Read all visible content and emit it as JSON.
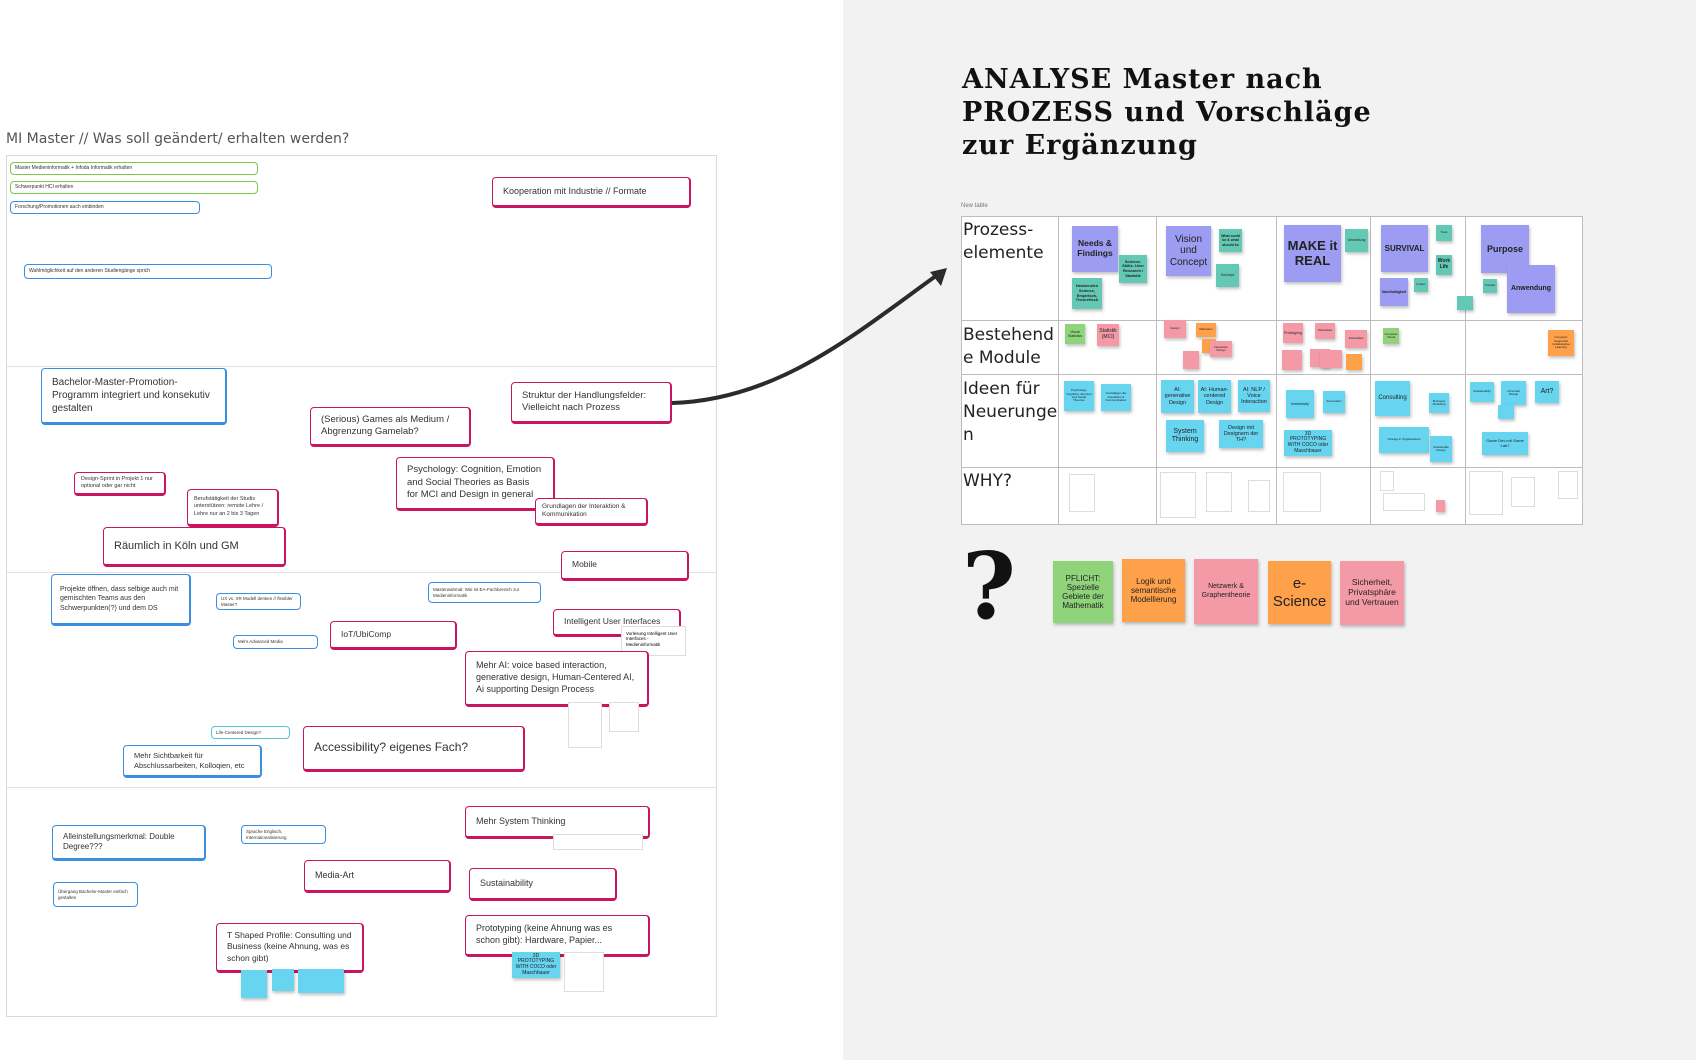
{
  "left_frame": {
    "title": "MI Master // Was soll geändert/ erhalten werden?",
    "cards": {
      "c1": "Master Medieninformatik + Infoda Informatik erhalten",
      "c2": "Schwerpunkt HCI erhalten",
      "c3": "Forschung/Promotionen auch einbinden",
      "c4": "Wahlmöglichkeit auf den anderen Studiengänge sprich",
      "c5": "Kooperation mit Industrie // Formate",
      "c6": "Bachelor-Master-Promotion-Programm integriert und konsekutiv gestalten",
      "c7": "Struktur der Handlungsfelder: Vielleicht nach Prozess",
      "c8": "(Serious) Games als Medium / Abgrenzung Gamelab?",
      "c9": "Psychology: Cognition, Emotion and Social Theories as Basis for MCI and Design in general",
      "c10": "Design-Sprint in Projekt 1 nur optional oder gar nicht",
      "c11": "Berufstätigkeit der Studis unterstützen: remote Lehre / Lehre nur an 2 bis 3 Tagen",
      "c12": "Grundlagen der Interaktion & Kommunikation",
      "c13": "Räumlich in Köln und GM",
      "c14": "Mobile",
      "c15": "Projekte öffnen, dass selbige auch mit gemischten Teams aus den Schwerpunkten(?) und dem DS",
      "c16": "Masterwahmal: Wie ist EA-Fachbereich zur Medieninformatik",
      "c17": "Intelligent User Interfaces",
      "c18": "IoT/UbiComp",
      "c19": "Mehr Advanced Media",
      "c20": "Mehr AI: voice based interaction, generative design, Human-Centered AI, Ai supporting Design Process",
      "c21": "Life-Centered Design?",
      "c22": "Accessibility? eigenes Fach?",
      "c23": "Mehr Sichtbarkeit für Abschlussarbeiten, Kolloqien, etc",
      "c24": "Alleinstellungsmerkmal: Double Degree???",
      "c25": "Sprache Englisch, Internationalisierung",
      "c26": "Mehr System Thinking",
      "c27": "Media-Art",
      "c28": "Sustainability",
      "c29": "Übergang Bachelor-Master einfach gestalten",
      "c30": "T Shaped Profile: Consulting und Business (keine Ahnung, was es schon gibt)",
      "c31": "Prototyping (keine Ahnung was es schon gibt): Hardware, Papier...",
      "c32": "Vorlesung Intelligent User Interfaces - Medieninformatik",
      "c33": "UX vs. XR Modell denken // flexibler Master?",
      "c34": "3D PROTOTYPING WITH COCO oder Maschbauer"
    }
  },
  "right": {
    "title": "ANALYSE Master  nach PROZESS und Vorschläge zur Ergänzung",
    "table_label": "New table",
    "rows": [
      "Prozess-elemente",
      "Bestehend e Module",
      "Ideen für Neuerunge n",
      "WHY?"
    ],
    "process": {
      "p1": "Needs & Findings",
      "p2": "Science-Skills: User Research / Statistik",
      "p3": "Neuberufen Science, Empirisch, Theoretisch",
      "p4": "Vision und Concept",
      "p5": "What could be & what should be",
      "p6": "Konzept",
      "p7": "MAKE it REAL",
      "p8": "Umsetzung",
      "p9": "SURVIVAL",
      "p10": "Work Life",
      "p11": "Purpose",
      "p12": "Anwendung",
      "p13": "Tools",
      "p14": "Nachhaltigkeit",
      "p15": "Impact",
      "p16": "Transfer"
    },
    "modules": {
      "m1": "Visual Statistics",
      "m2": "Statistik (MCI)",
      "m3": "Design",
      "m4": "Interaction Design",
      "m5": "Methoden",
      "m6": "Prototyping",
      "m7": "Wearables",
      "m8": "Embedded",
      "m9": "Computer Visual",
      "m10": "Computer Supported Collaborative Learning"
    },
    "ideas": {
      "i1": "Psychology: Cognition, Emotion and Social Theories",
      "i2": "Grundlagen der Interaktion & Kommunikation",
      "i3": "AI: generative Design",
      "i4": "AI: Human-centered Design",
      "i5": "AI: NLP / Voice Interaction",
      "i6": "System Thinking",
      "i7": "Design mit Designern der TH?",
      "i8": "Immersivity",
      "i9": "Automation",
      "i10": "3D PROTOTYPING WITH COCO oder Maschbauer",
      "i11": "Consulting",
      "i12": "Business Modelling",
      "i13": "Change in Organizations",
      "i14": "Sustainable Design",
      "i15": "Sustainability",
      "i16": "Universal Design",
      "i17": "Art?",
      "i18": "Game Dev mit Game Lab?"
    },
    "bottom_stickies": {
      "b1": "PFLICHT: Spezielle Gebiete der Mathematik",
      "b2": "Logik und semantische Modellierung",
      "b3": "Netzwerk & Graphentheorie",
      "b4": "e-Science",
      "b5": "Sicherheit, Privatsphäre und Vertrauen"
    },
    "question_mark": "?"
  }
}
